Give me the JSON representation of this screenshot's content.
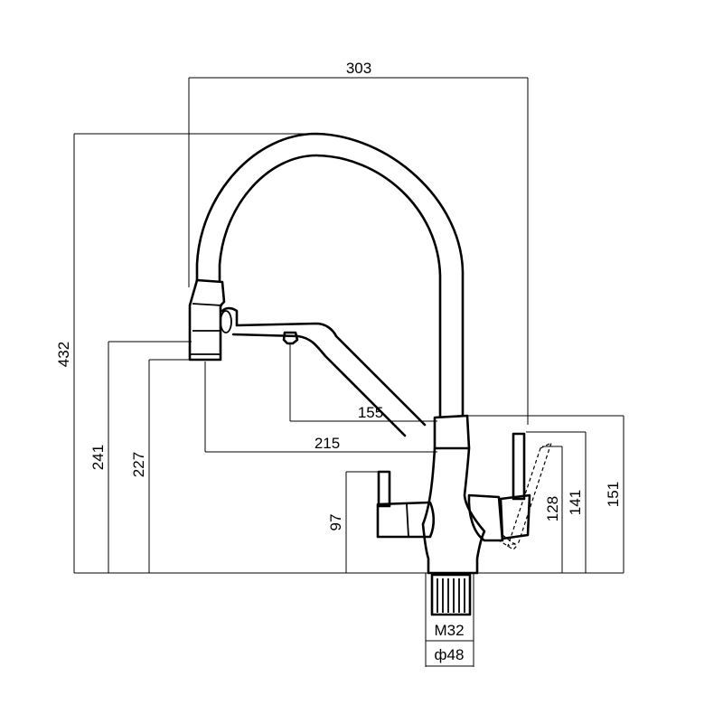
{
  "dimensions": {
    "width_303": "303",
    "height_432": "432",
    "spout_155": "155",
    "reach_215": "215",
    "h_241": "241",
    "h_227": "227",
    "h_97": "97",
    "h_128": "128",
    "h_141": "141",
    "h_151": "151",
    "thread_m32": "M32",
    "diameter_48": "ф48"
  }
}
